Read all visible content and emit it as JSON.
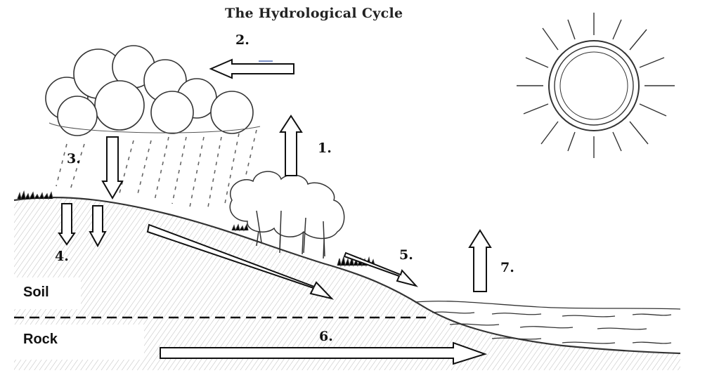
{
  "title": "The Hydrological Cycle",
  "labels": {
    "l1": "1.",
    "l2": "2.",
    "l3": "3.",
    "l4": "4.",
    "l5": "5.",
    "l6": "6.",
    "l7": "7."
  },
  "layers": {
    "soil": "Soil",
    "rock": "Rock"
  },
  "colors": {
    "ink": "#222222",
    "background": "#ffffff"
  },
  "icons": [
    "cloud-icon",
    "sun-icon",
    "tree-icon",
    "rain-icon",
    "water-icon"
  ]
}
